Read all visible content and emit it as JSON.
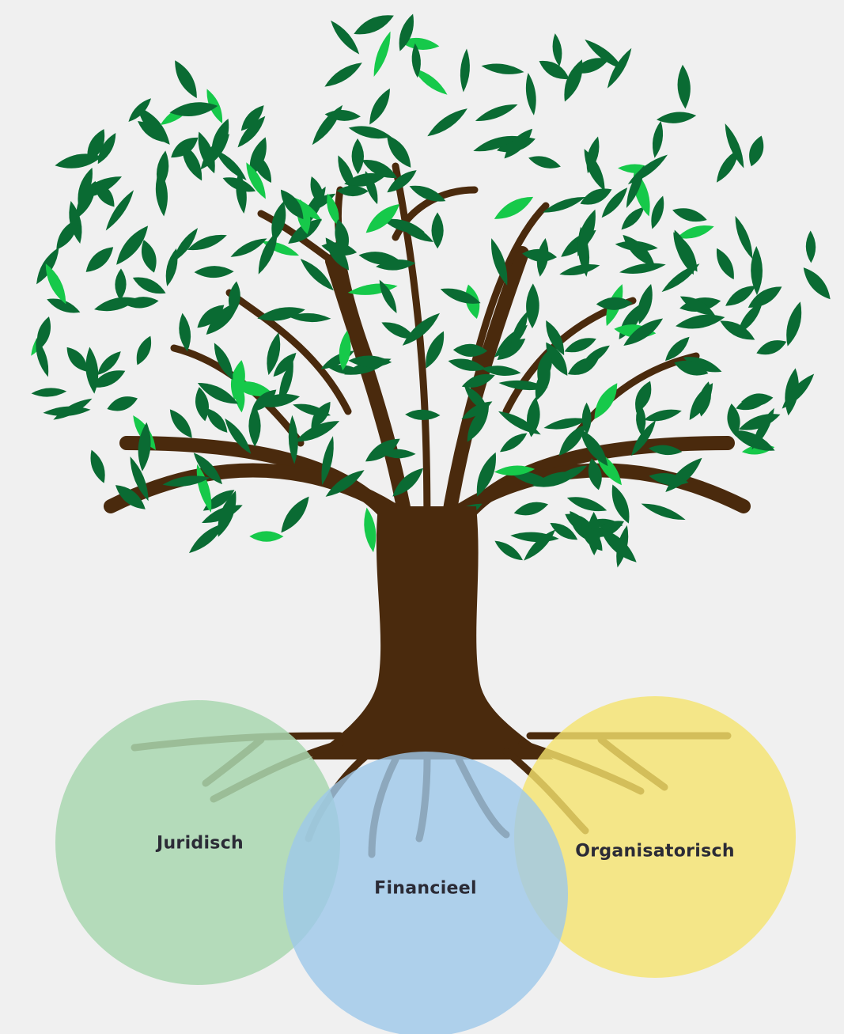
{
  "diagram": {
    "labels": {
      "legal": "Juridisch",
      "financial": "Financieel",
      "organizational": "Organisatorisch"
    },
    "colors": {
      "background": "#f0f0f0",
      "legal_circle": "#a9d7b0",
      "financial_circle": "#9ec8ea",
      "organizational_circle": "#f5e46e",
      "trunk": "#4a2a0d",
      "leaf_dark": "#0a6b33",
      "leaf_light": "#16c94a",
      "label_text": "#2b2b36"
    },
    "icons": [
      "tree-icon"
    ]
  }
}
